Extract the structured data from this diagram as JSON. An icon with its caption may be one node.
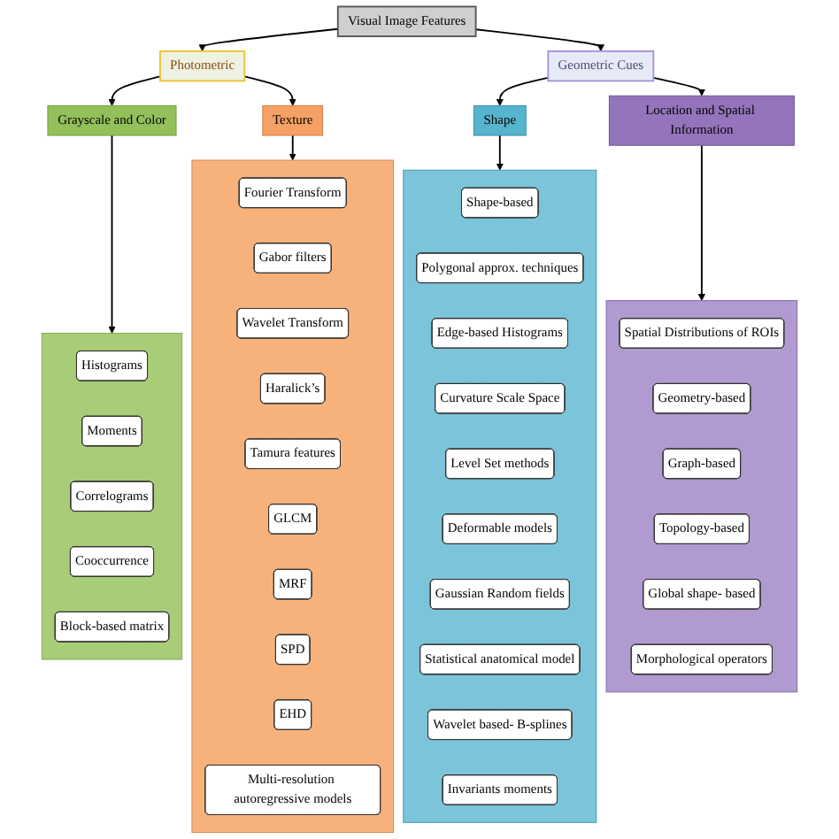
{
  "diagram": {
    "nodes": [
      {
        "text": [
          "Visual Image Features"
        ]
      },
      {
        "text": [
          "Photometric"
        ]
      },
      {
        "text": [
          "Geometric Cues"
        ]
      },
      {
        "text": [
          "Grayscale and Color"
        ]
      },
      {
        "text": [
          "Texture"
        ]
      },
      {
        "text": [
          "Shape"
        ]
      },
      {
        "text": [
          "Location and Spatial Information"
        ]
      },
      {
        "text": [],
        "shape": "box"
      },
      {
        "text": [
          "Histograms"
        ],
        "in": 7
      },
      {
        "text": [
          "Moments"
        ],
        "in": 7
      },
      {
        "text": [
          "Correlograms"
        ],
        "in": 7
      },
      {
        "text": [
          "Cooccurrence"
        ],
        "in": 7
      },
      {
        "text": [
          "Block-based matrix"
        ],
        "in": 7
      },
      {
        "text": [],
        "shape": "box"
      },
      {
        "text": [
          "Fourier Transform"
        ],
        "in": 13
      },
      {
        "text": [
          "Gabor filters"
        ],
        "in": 13
      },
      {
        "text": [
          "Wavelet  Transform"
        ],
        "in": 13
      },
      {
        "text": [
          "Haralick’s"
        ],
        "in": 13
      },
      {
        "text": [
          "Tamura features"
        ],
        "in": 13
      },
      {
        "text": [
          "GLCM"
        ],
        "in": 13
      },
      {
        "text": [
          "MRF"
        ],
        "in": 13
      },
      {
        "text": [
          "SPD"
        ],
        "in": 13
      },
      {
        "text": [
          "EHD"
        ],
        "in": 13
      },
      {
        "text": [
          "Multi-resolution autoregressive models"
        ],
        "in": 13
      },
      {
        "text": [],
        "shape": "box"
      },
      {
        "text": [
          "Shape-based"
        ],
        "in": 24
      },
      {
        "text": [
          "Polygonal approx. techniques"
        ],
        "in": 24
      },
      {
        "text": [
          "Edge-based Histograms"
        ],
        "in": 24
      },
      {
        "text": [
          "Curvature Scale Space"
        ],
        "in": 24
      },
      {
        "text": [
          "Level Set methods"
        ],
        "in": 24
      },
      {
        "text": [
          "Deformable models"
        ],
        "in": 24
      },
      {
        "text": [
          "Gaussian Random fields"
        ],
        "in": 24
      },
      {
        "text": [
          "Statistical anatomical model"
        ],
        "in": 24
      },
      {
        "text": [
          "Wavelet based- B-splines"
        ],
        "in": 24
      },
      {
        "text": [
          "Invariants moments"
        ],
        "in": 24
      },
      {
        "text": [],
        "shape": "box"
      },
      {
        "text": [
          "Spatial Distributions of ROIs"
        ],
        "in": 35
      },
      {
        "text": [
          "Geometry-based"
        ],
        "in": 35
      },
      {
        "text": [
          "Graph-based"
        ],
        "in": 35
      },
      {
        "text": [
          "Topology-based"
        ],
        "in": 35
      },
      {
        "text": [
          "Global shape- based"
        ],
        "in": 35
      },
      {
        "text": [
          "Morphological operators"
        ],
        "in": 35
      }
    ],
    "edges": [
      {
        "from": 0,
        "to": 1,
        "arrow": "to"
      },
      {
        "from": 0,
        "to": 2,
        "arrow": "to"
      },
      {
        "from": 1,
        "to": 3,
        "arrow": "to"
      },
      {
        "from": 1,
        "to": 4,
        "arrow": "to"
      },
      {
        "from": 2,
        "to": 5,
        "arrow": "to"
      },
      {
        "from": 2,
        "to": 6,
        "arrow": "to"
      },
      {
        "from": 3,
        "to": 7,
        "arrow": "to"
      },
      {
        "from": 4,
        "to": 13,
        "arrow": "to"
      },
      {
        "from": 5,
        "to": 24,
        "arrow": "to"
      },
      {
        "from": 6,
        "to": 35,
        "arrow": "to"
      }
    ]
  }
}
